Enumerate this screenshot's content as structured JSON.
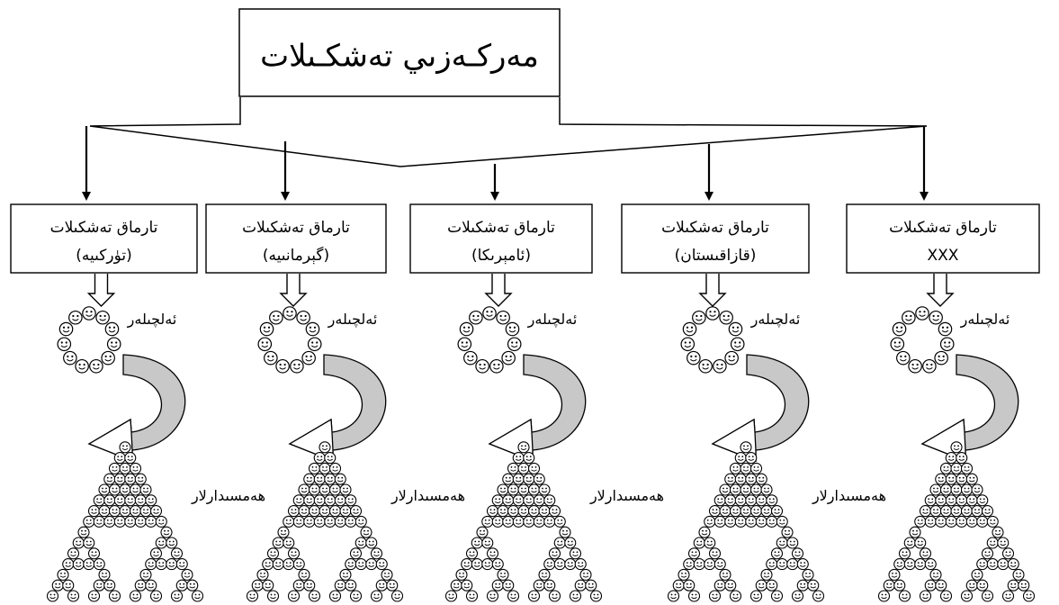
{
  "central": {
    "title": "مەركـەزىي تەشكـىلات"
  },
  "branches": [
    {
      "line1": "تارماق تەشكىلات",
      "line2": "(تۈركىيە)"
    },
    {
      "line1": "تارماق تەشكىلات",
      "line2": "(گېرمانىيە)"
    },
    {
      "line1": "تارماق تەشكىلات",
      "line2": "(ئامېرىكا)"
    },
    {
      "line1": "تارماق تەشكىلات",
      "line2": "(قازاقىستان)"
    },
    {
      "line1": "تارماق تەشكىلات",
      "line2": "XXX"
    }
  ],
  "labels": {
    "agents": "ئەلچىلەر",
    "followers": "ھەمسىدارلار"
  },
  "colors": {
    "stroke": "#000000",
    "curved_arrow_fill": "#c8c8c8",
    "background": "#ffffff"
  },
  "icons": {
    "person": "smiley-face-icon"
  }
}
